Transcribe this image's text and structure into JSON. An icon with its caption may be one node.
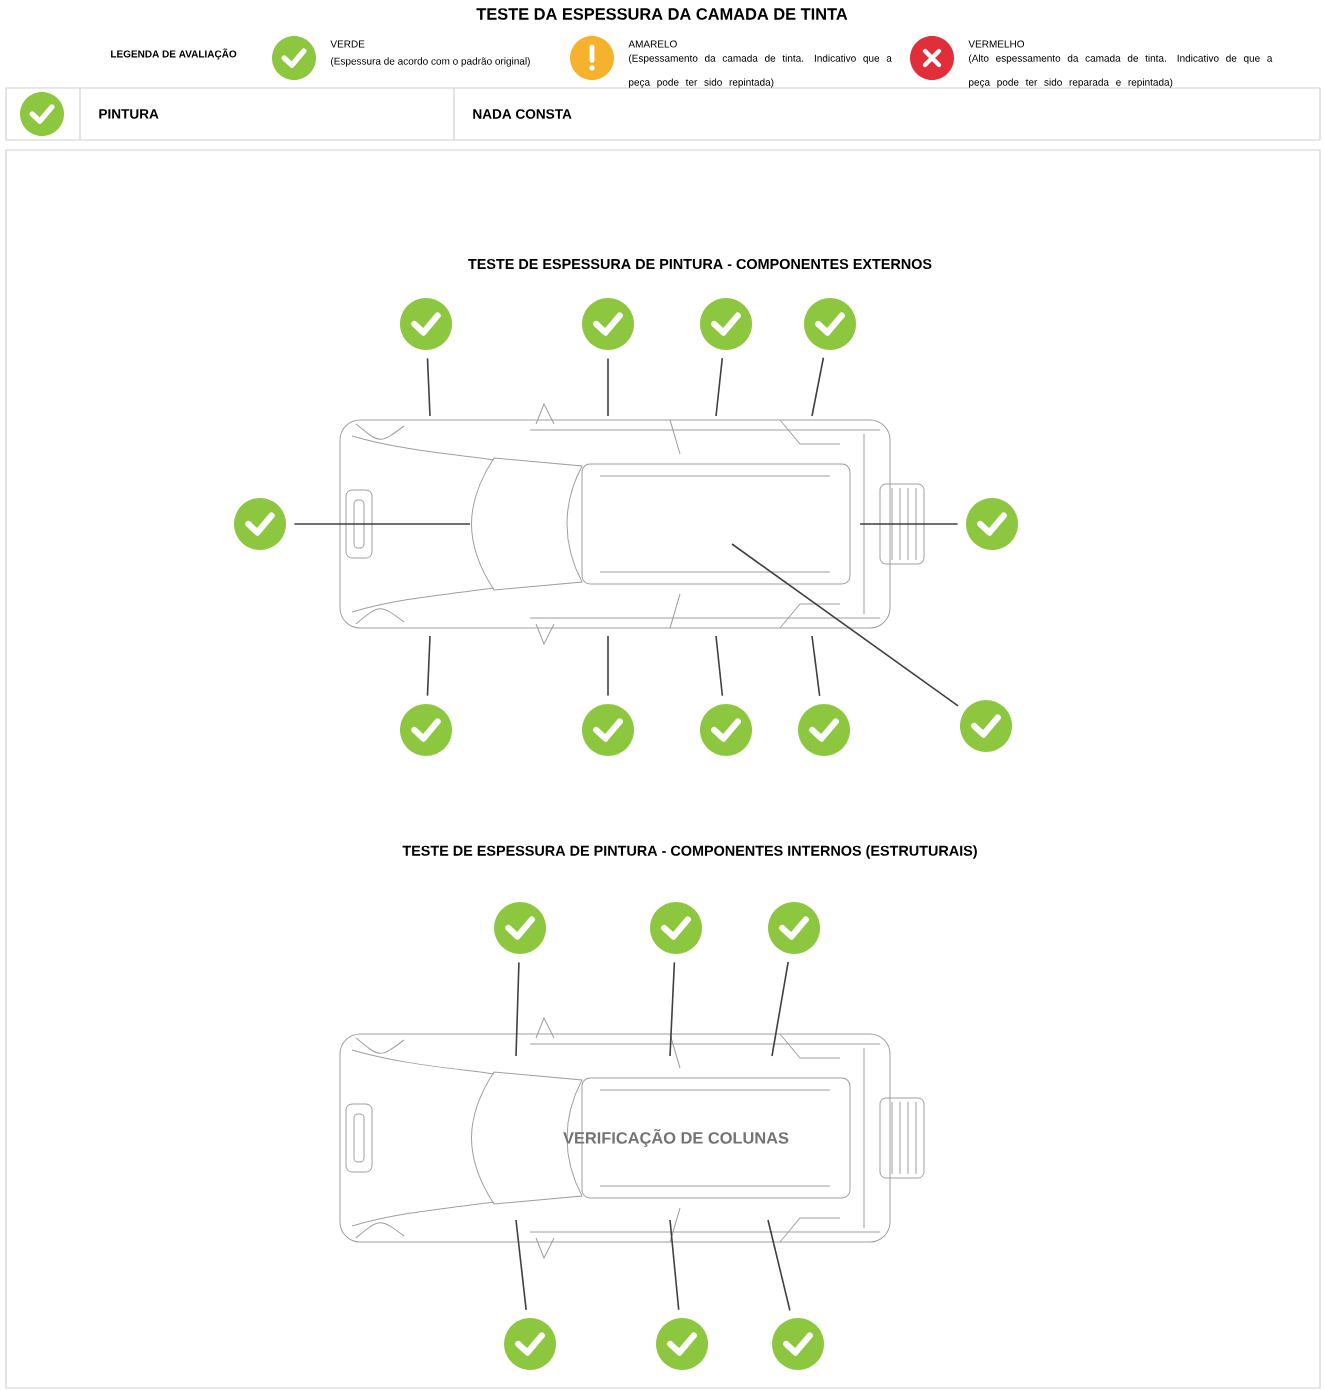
{
  "diagram": {
    "title": "TESTE DA ESPESSURA DA CAMADA DE TINTA",
    "nodes": [
      {
        "text": [],
        "shape": "circle"
      },
      {
        "text": [],
        "shape": "circle"
      },
      {
        "text": [],
        "shape": "circle"
      },
      {
        "text": [],
        "shape": "circle"
      },
      {
        "text": [],
        "shape": "circle"
      },
      {
        "text": [],
        "shape": "circle"
      },
      {
        "text": [],
        "shape": "circle"
      },
      {
        "text": [],
        "shape": "circle"
      },
      {
        "text": [],
        "shape": "circle"
      },
      {
        "text": [],
        "shape": "circle"
      },
      {
        "text": [],
        "shape": "circle"
      },
      {
        "text": [],
        "shape": "circle"
      },
      {
        "text": [],
        "shape": "circle"
      },
      {
        "text": [],
        "shape": "circle"
      },
      {
        "text": [],
        "shape": "circle"
      },
      {
        "text": [],
        "shape": "circle"
      },
      {
        "text": [],
        "shape": "circle"
      }
    ],
    "edges": [
      {
        "from": 0,
        "to": null,
        "arrow": "none"
      },
      {
        "from": 1,
        "to": null,
        "arrow": "none"
      },
      {
        "from": 2,
        "to": null,
        "arrow": "none"
      },
      {
        "from": 3,
        "to": null,
        "arrow": "none"
      },
      {
        "from": 4,
        "to": null,
        "arrow": "none"
      },
      {
        "from": 5,
        "to": null,
        "arrow": "none"
      },
      {
        "from": 6,
        "to": null,
        "arrow": "none"
      },
      {
        "from": 7,
        "to": null,
        "arrow": "none"
      },
      {
        "from": 8,
        "to": null,
        "arrow": "none"
      },
      {
        "from": 9,
        "to": null,
        "arrow": "none"
      },
      {
        "from": 10,
        "to": null,
        "arrow": "none"
      },
      {
        "from": 11,
        "to": null,
        "arrow": "none"
      },
      {
        "from": 12,
        "to": null,
        "arrow": "none"
      },
      {
        "from": 13,
        "to": null,
        "arrow": "none"
      },
      {
        "from": 14,
        "to": null,
        "arrow": "none"
      },
      {
        "from": 15,
        "to": null,
        "arrow": "none"
      },
      {
        "from": 16,
        "to": null,
        "arrow": "none"
      }
    ],
    "labels": [
      "LEGENDA DE AVALIAÇÃO",
      "(Espessura de acordo com o padrão original)",
      "(Espessamento da camada de tinta. Indicativo que a peça pode ter sido repintada)",
      "(Alto espessamento da camada de tinta. Indicativo de que a peça pode ter sido reparada e repintada)",
      "PINTURA",
      "NADA CONSTA",
      "TESTE DE ESPESSURA DE PINTURA - COMPONENTES EXTERNOS",
      "TESTE DE ESPESSURA DE PINTURA - COMPONENTES INTERNOS (ESTRUTURAIS)",
      "VERIFICAÇÃO DE COLUNAS"
    ],
    "legend": [
      {
        "text": "VERDE",
        "color": "#8dc63f"
      },
      {
        "text": "AMARELO",
        "color": "#f6b12d"
      },
      {
        "text": "VERMELHO",
        "color": "#e02f3a"
      }
    ]
  }
}
